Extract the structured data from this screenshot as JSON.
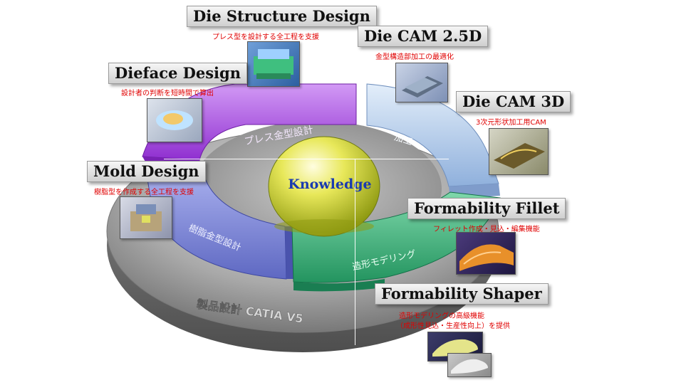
{
  "center": {
    "label": "Knowledge"
  },
  "ring": {
    "outer_label": "製品設計 CATIA V5",
    "press_label": "プレス金型設計",
    "machining_label": "加工",
    "mold_label": "樹脂金型設計",
    "modeling_label": "造形モデリング"
  },
  "modules": [
    {
      "title": "Die Structure Design",
      "subtitle": "プレス型を設計する全工程を支援"
    },
    {
      "title": "Die CAM 2.5D",
      "subtitle": "金型構造部加工の最適化"
    },
    {
      "title": "Dieface Design",
      "subtitle": "設計者の判断を短時間で算出"
    },
    {
      "title": "Die CAM 3D",
      "subtitle": "3次元形状加工用CAM"
    },
    {
      "title": "Mold Design",
      "subtitle": "樹脂型を作成する全工程を支援"
    },
    {
      "title": "Formability Fillet",
      "subtitle": "フィレット作成・見込・編集機能"
    },
    {
      "title": "Formability Shaper",
      "subtitle": "造形モデリングの高級機能",
      "subtitle2": "（成形性見込・生産性向上）を提供"
    }
  ],
  "colors": {
    "purple": "#a848e0",
    "light_blue": "#a8c4e8",
    "slate_blue": "#7d86d6",
    "green": "#3fb07a",
    "gray_base": "#9a9a9a",
    "knowledge_text": "#1a3ab0",
    "subtitle_red": "#e00000"
  }
}
